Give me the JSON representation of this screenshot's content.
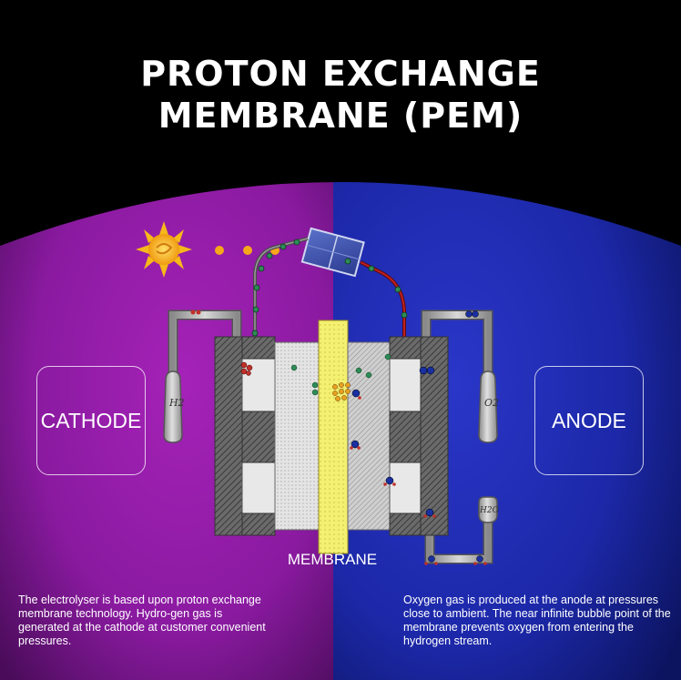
{
  "title_line1": "PROTON EXCHANGE",
  "title_line2": "MEMBRANE (PEM)",
  "cathode_label": "CATHODE",
  "anode_label": "ANODE",
  "membrane_label": "MEMBRANE",
  "h2_tank_label": "H2",
  "o2_tank_label": "O2",
  "water_tank_label": "H2O",
  "cathode_description": "The electrolyser is based upon proton exchange membrane technology. Hydro-gen gas is generated at the cathode at customer convenient pressures.",
  "anode_description": "Oxygen gas is produced at the anode at pressures close to ambient. The near infinite bubble point of the membrane prevents oxygen from entering the hydrogen stream.",
  "colors": {
    "cathode_side": "#9b1fb0",
    "anode_side": "#1f2fb0",
    "membrane": "#f4f070",
    "electron": "#2e8b57",
    "proton": "#e8a020",
    "hydrogen": "#c0302a",
    "oxygen": "#1a2fa0",
    "wire_red": "#b0181a",
    "sun": "#f6b81a"
  },
  "icons": [
    "sun-icon",
    "solar-panel-icon",
    "h2-tank-icon",
    "o2-tank-icon",
    "water-tank-icon"
  ]
}
